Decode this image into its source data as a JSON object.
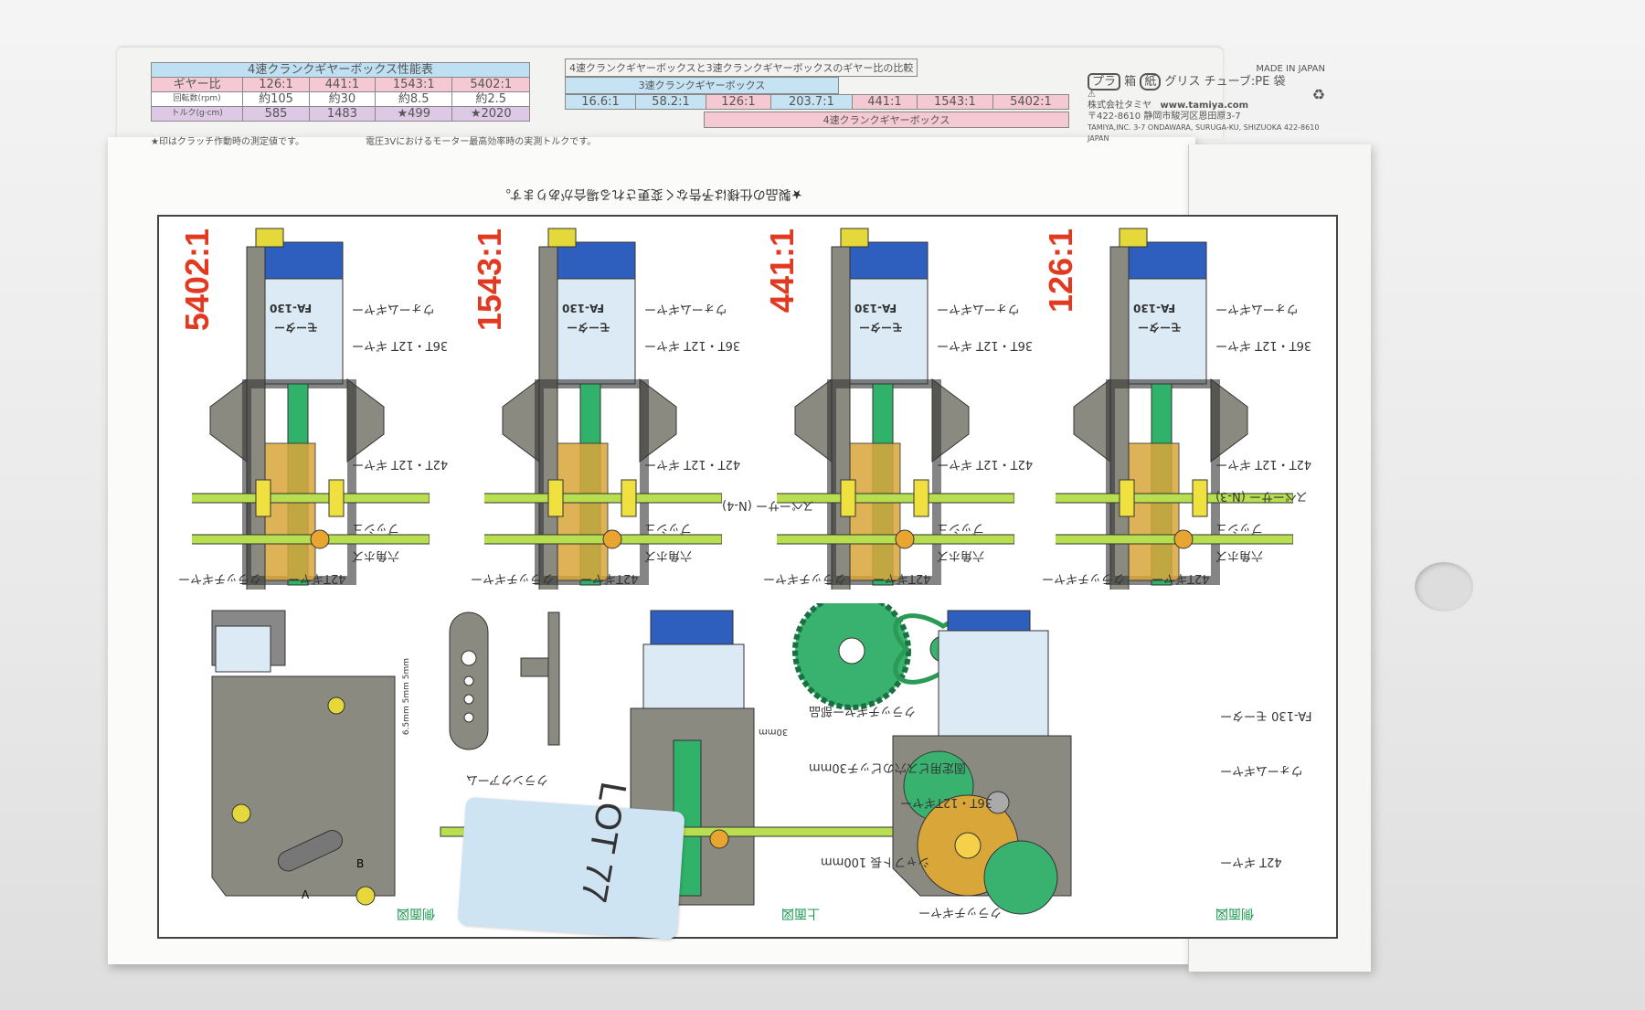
{
  "performance_table": {
    "title": "4速クランクギヤーボックス性能表",
    "row_labels": [
      "ギヤー比",
      "回転数(rpm)",
      "トルク(g·cm)"
    ],
    "ratios": [
      "126:1",
      "441:1",
      "1543:1",
      "5402:1"
    ],
    "rpm": [
      "約105",
      "約30",
      "約8.5",
      "約2.5"
    ],
    "torque": [
      "585",
      "1483",
      "★499",
      "★2020"
    ],
    "note": "★印はクラッチ作動時の測定値です。"
  },
  "comparison_table": {
    "title": "4速クランクギヤーボックスと3速クランクギヤーボックスのギヤー比の比較",
    "three_speed_label": "3速クランクギヤーボックス",
    "four_speed_label": "4速クランクギヤーボックス",
    "ratios": [
      "16.6:1",
      "58.2:1",
      "126:1",
      "203.7:1",
      "441:1",
      "1543:1",
      "5402:1"
    ],
    "note": "電圧3Vにおけるモーター最高効率時の実測トルクです。"
  },
  "corner": {
    "made_in": "MADE IN JAPAN",
    "recycle_pla": "プラ",
    "box": "箱",
    "paper": "紙",
    "grease": "グリス",
    "tube": "チューブ:PE",
    "bag": "袋",
    "company": "株式会社タミヤ",
    "url": "www.tamiya.com",
    "address_jp": "〒422-8610 静岡市駿河区恩田原3-7",
    "address_en": "TAMIYA,INC. 3-7 ONDAWARA, SURUGA-KU, SHIZUOKA 422-8610 JAPAN"
  },
  "disclaimer": "★製品の仕様は予告なく変更される場合があります。",
  "diagrams": [
    {
      "ratio": "5402:1"
    },
    {
      "ratio": "1543:1"
    },
    {
      "ratio": "441:1"
    },
    {
      "ratio": "126:1"
    }
  ],
  "labels": {
    "motor": "FA-130",
    "motor_jp": "モーター",
    "worm": "ウォームギヤー",
    "gear36": "36T・12T ギヤー",
    "gear42_12": "42T・12T ギヤー",
    "gear42": "42Tギヤー",
    "clutch": "クラッチギヤー",
    "bush": "ブッシュ",
    "hex": "六角ホズ",
    "spacer3": "スペーサー (N-3)",
    "spacer4": "スペーサー (N-4)"
  },
  "lower": {
    "side_view": "側面図",
    "top_view": "上面図",
    "side_view2": "側面図",
    "shaft": "シャフト長 100mm",
    "clutch_parts": "クラッチギヤー部品",
    "pitch": "固定用ビス穴のピッチ30mm",
    "dim30": "30mm",
    "crank": "クランクアーム",
    "dims": [
      "6.5mm",
      "5mm",
      "5mm"
    ],
    "gear36b": "36T・12Tギヤー",
    "worm2": "ウォームギヤー",
    "gear42b": "42T ギヤー",
    "clutch2": "クラッチギヤー",
    "motor2": "FA-130 モーター",
    "a": "A",
    "b": "B"
  },
  "sticker": {
    "text": "LOT 77"
  }
}
